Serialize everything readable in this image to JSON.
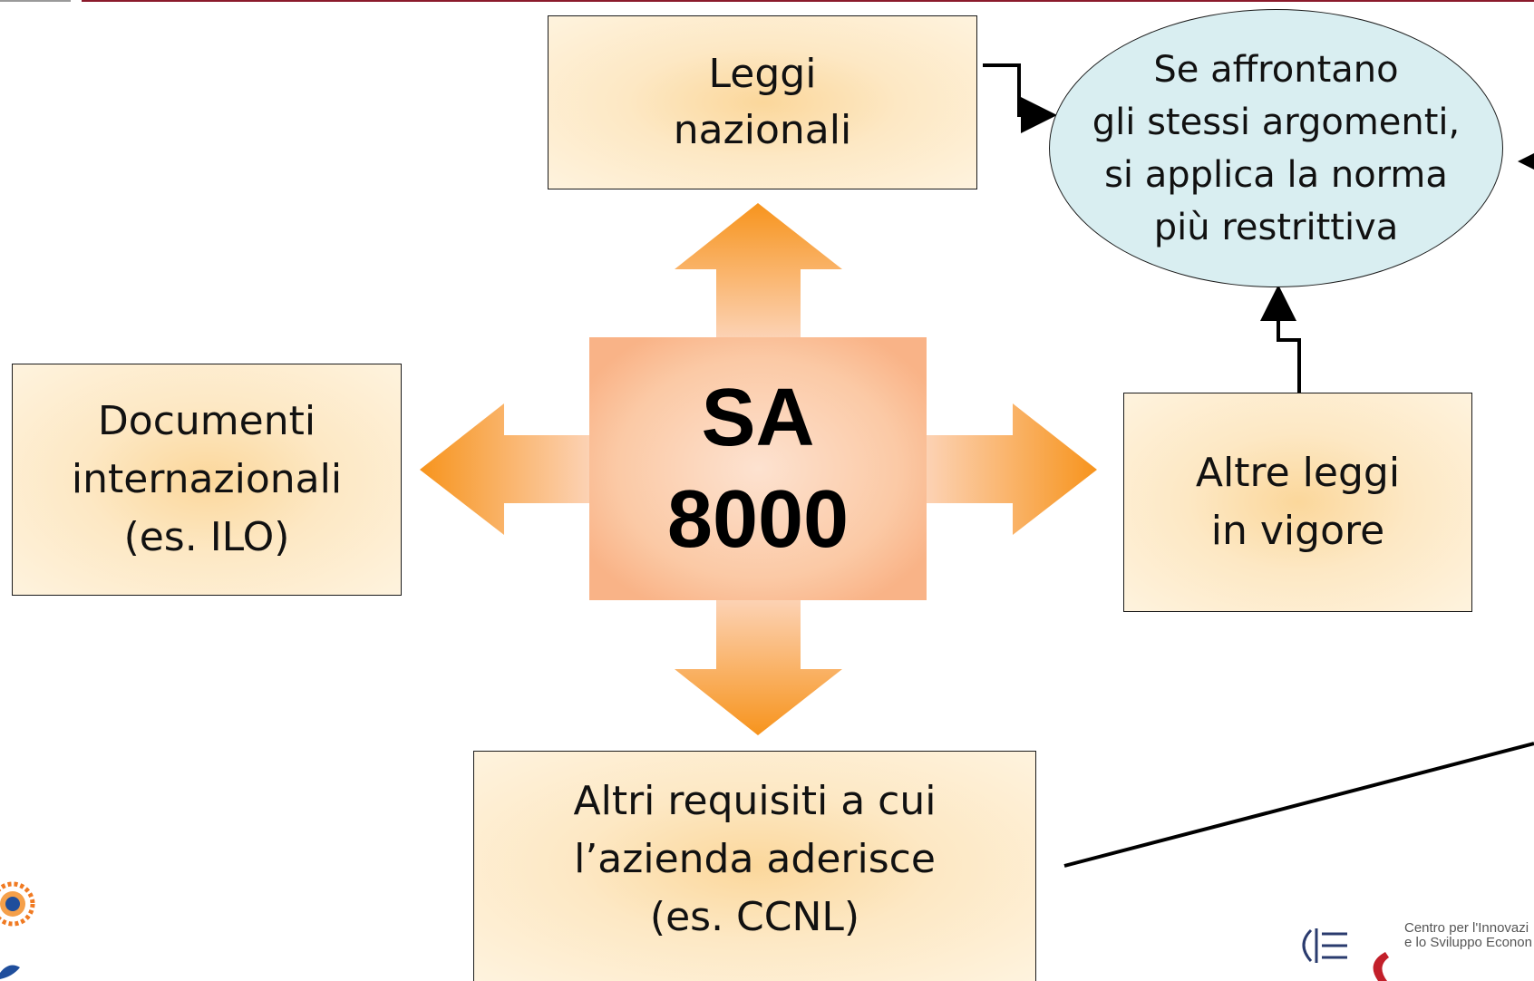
{
  "diagram": {
    "center_label": "SA\n8000",
    "boxes": {
      "top": "Leggi\nnazionali",
      "left": "Documenti\ninternazionali\n(es. ILO)",
      "right": "Altre leggi\nin vigore",
      "bottom": "Altri requisiti  a cui\nl’azienda aderisce\n(es. CCNL)"
    },
    "ellipse": "Se affrontano\ngli stessi argomenti,\nsi applica la norma\npiù restrittiva"
  },
  "footer": {
    "logo_text": "Centro per l'Innovazi\ne lo Sviluppo Econon"
  },
  "colors": {
    "arrow_light": "#fde2d0",
    "arrow_dark": "#f7941d",
    "box_fill": "#fde8c4",
    "ellipse_fill": "#d9eef1",
    "accent_line": "#8b1a2b"
  }
}
